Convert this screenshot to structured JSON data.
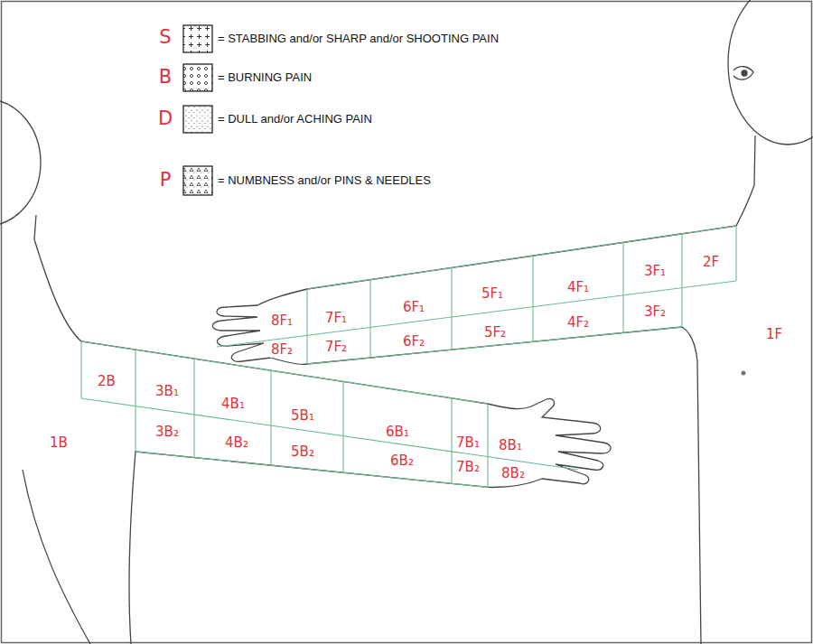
{
  "diagram": {
    "labels": [
      "S",
      "B",
      "D",
      "P",
      "2F",
      "3F₁",
      "4F₁",
      "5F₁",
      "6F₁",
      "7F₁",
      "8F₁",
      "3F₂",
      "4F₂",
      "5F₂",
      "6F₂",
      "7F₂",
      "8F₂",
      "1F",
      "2B",
      "3B₁",
      "4B₁",
      "5B₁",
      "6B₁",
      "7B₁",
      "8B₁",
      "1B",
      "3B₂",
      "4B₂",
      "5B₂",
      "6B₂",
      "7B₂",
      "8B₂"
    ],
    "legend": [
      {
        "text": "= STABBING and/or SHARP and/or SHOOTING PAIN"
      },
      {
        "text": "= BURNING PAIN"
      },
      {
        "text": "= DULL and/or ACHING PAIN"
      },
      {
        "text": "= NUMBNESS and/or PINS & NEEDLES"
      }
    ]
  }
}
